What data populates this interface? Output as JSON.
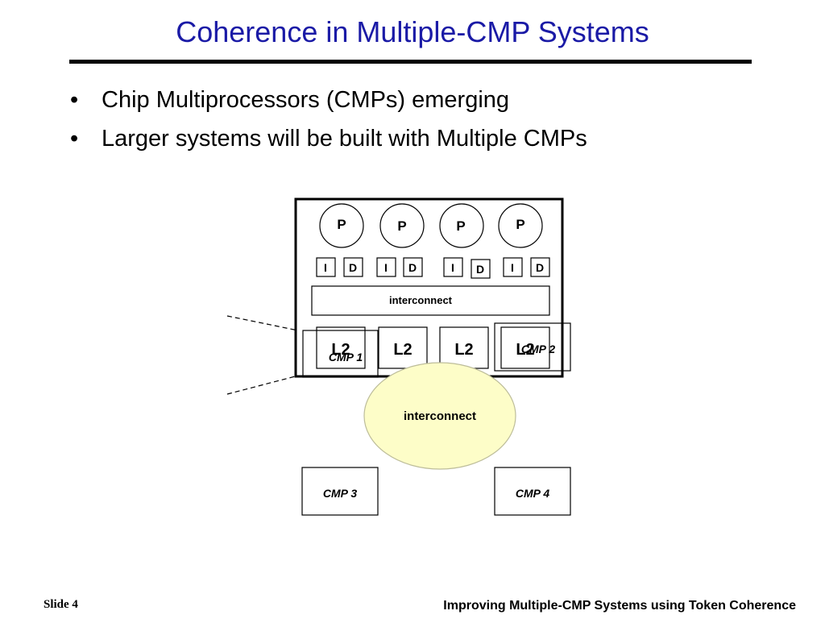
{
  "slide": {
    "title": "Coherence in Multiple-CMP Systems",
    "bullets": [
      "Chip Multiprocessors (CMPs) emerging",
      "Larger systems will be built with Multiple CMPs"
    ]
  },
  "diagram": {
    "processor_label": "P",
    "icache_label": "I",
    "dcache_label": "D",
    "onchip_interconnect_label": "interconnect",
    "l2_label": "L2",
    "system_interconnect_label": "interconnect",
    "cmp_labels": [
      "CMP 1",
      "CMP 2",
      "CMP 3",
      "CMP 4"
    ],
    "colors": {
      "interconnect_fill": "#fdfdc8",
      "title_color": "#1a1aa6"
    }
  },
  "footer": {
    "slide_label": "Slide 4",
    "deck_title": "Improving Multiple-CMP Systems using Token Coherence"
  }
}
